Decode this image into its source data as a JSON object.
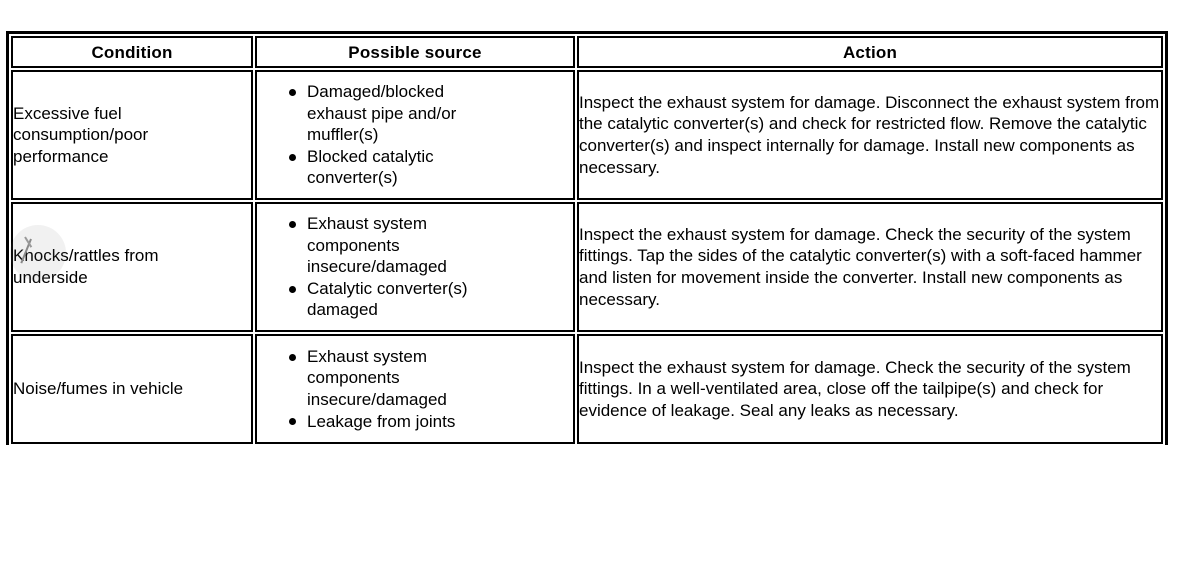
{
  "table": {
    "name": "exhaust-system-fault-diagnosis-table",
    "columns": [
      {
        "key": "condition",
        "label": "Condition"
      },
      {
        "key": "source",
        "label": "Possible source"
      },
      {
        "key": "action",
        "label": "Action"
      }
    ],
    "rows": [
      {
        "condition": "Excessive fuel\nconsumption/poor\nperformance",
        "sources": [
          "Damaged/blocked\nexhaust pipe and/or\nmuffler(s)",
          "Blocked catalytic\nconverter(s)"
        ],
        "action": "Inspect the exhaust system for damage. Disconnect the exhaust system from the catalytic converter(s) and check for restricted flow. Remove the catalytic converter(s) and inspect internally for damage. Install new components as necessary."
      },
      {
        "condition": "Knocks/rattles from\nunderside",
        "sources": [
          "Exhaust system\ncomponents\ninsecure/damaged",
          "Catalytic converter(s)\ndamaged"
        ],
        "action": "Inspect the exhaust system for damage. Check the security of the system fittings. Tap the sides of the catalytic converter(s) with a soft-faced hammer and listen for movement inside the converter. Install new components as necessary."
      },
      {
        "condition": "Noise/fumes in vehicle",
        "sources": [
          "Exhaust system\ncomponents\ninsecure/damaged",
          "Leakage from joints"
        ],
        "action": "Inspect the exhaust system for damage. Check the security of the system fittings. In a well-ventilated area, close off the tailpipe(s) and check for evidence of leakage. Seal any leaks as necessary."
      }
    ]
  },
  "overlay": {
    "cursor_icon": "mouse-pointer-icon",
    "halo_color": "#ececec",
    "pointer_color": "#8a8a8a"
  },
  "style": {
    "border_color": "#000000",
    "background": "#ffffff",
    "text_color": "#000000"
  }
}
